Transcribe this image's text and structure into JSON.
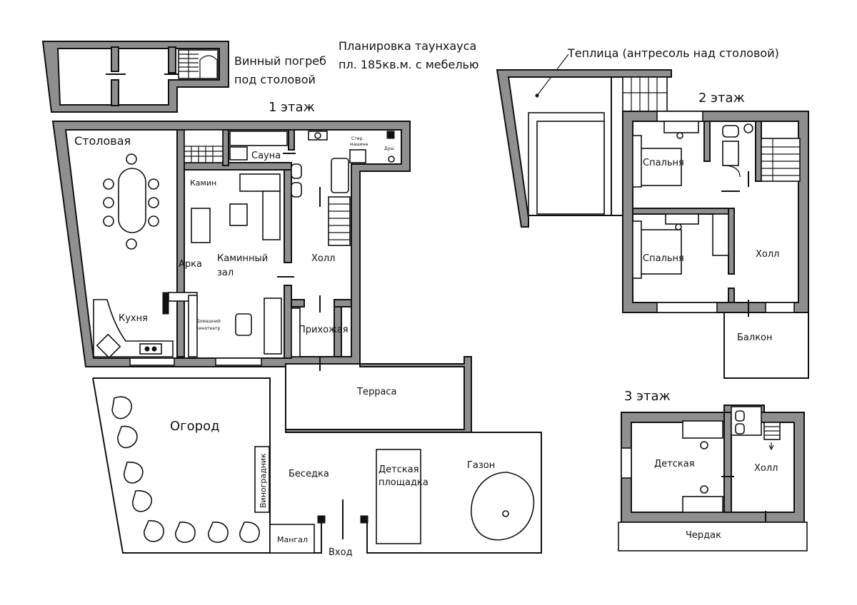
{
  "title": {
    "line1": "Планировка таунхауса",
    "line2": "пл. 185кв.м. с мебелью"
  },
  "cellar": {
    "line1": "Винный погреб",
    "line2": "под столовой"
  },
  "floor1": {
    "heading": "1 этаж",
    "rooms": {
      "dining": "Столовая",
      "sauna": "Сауна",
      "fireplace": "Камин",
      "arch": "Арка",
      "fireplace_hall_1": "Каминный",
      "fireplace_hall_2": "зал",
      "hall": "Холл",
      "kitchen": "Кухня",
      "home_cinema_1": "Домашний",
      "home_cinema_2": "кинотеатр",
      "hallway": "Прихожая",
      "terrace": "Терраса",
      "garden": "Огород",
      "vineyard": "Виноградник",
      "gazebo": "Беседка",
      "playground_1": "Детская",
      "playground_2": "площадка",
      "lawn": "Газон",
      "grill": "Мангал",
      "entrance": "Вход",
      "shower": "Душ",
      "laundry_1": "Стир.",
      "laundry_2": "машина"
    }
  },
  "floor2": {
    "heading": "2 этаж",
    "greenhouse": "Теплица (антресоль над столовой)",
    "rooms": {
      "bedroom_1": "Спальня",
      "bedroom_2": "Спальня",
      "hall": "Холл",
      "balcony": "Балкон"
    }
  },
  "floor3": {
    "heading": "3 этаж",
    "rooms": {
      "kids": "Детская",
      "hall": "Холл",
      "attic": "Чердак"
    }
  }
}
